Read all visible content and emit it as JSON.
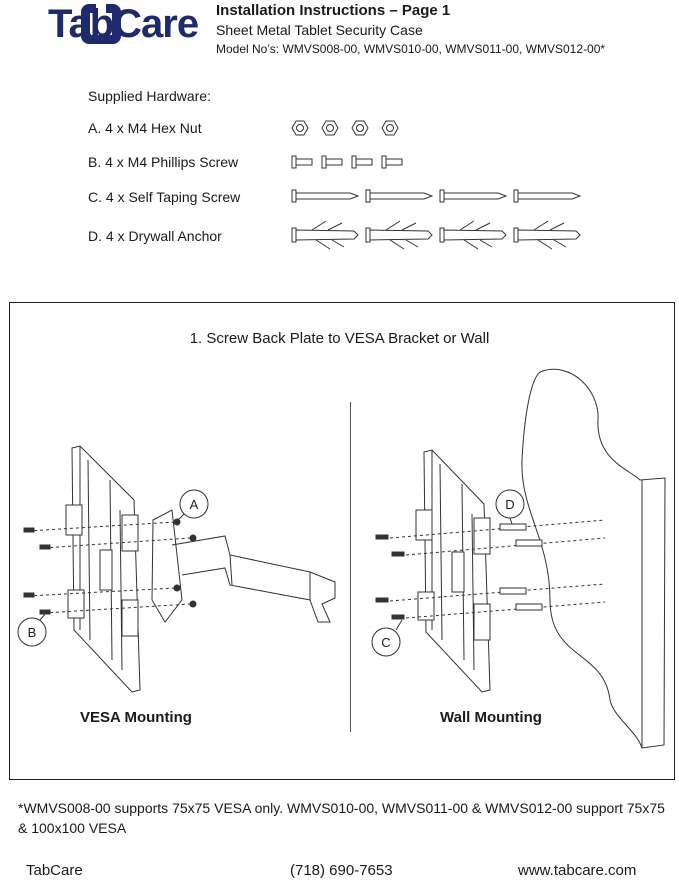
{
  "header": {
    "brand": "TabCare",
    "title": "Installation  Instructions  – Page 1",
    "subtitle": "Sheet Metal Tablet Security Case",
    "models": "Model No’s: WMVS008-00, WMVS010-00, WMVS011-00, WMVS012-00*"
  },
  "hardware": {
    "heading": "Supplied Hardware:",
    "items": [
      {
        "label": "A.  4 x M4 Hex Nut"
      },
      {
        "label": "B.  4 x M4 Phillips Screw"
      },
      {
        "label": "C.  4 x Self Taping Screw"
      },
      {
        "label": "D.  4 x Drywall Anchor"
      }
    ]
  },
  "step": {
    "title": "1. Screw Back Plate to VESA Bracket or Wall",
    "vesa_label": "VESA Mounting",
    "wall_label": "Wall Mounting",
    "callouts": [
      "A",
      "B",
      "C",
      "D"
    ]
  },
  "footnote": "*WMVS008-00 supports 75x75 VESA only. WMVS010-00, WMVS011-00 & WMVS012-00 support 75x75 & 100x100 VESA",
  "footer": {
    "company": "TabCare",
    "phone": "(718) 690-7653",
    "website": "www.tabcare.com"
  }
}
